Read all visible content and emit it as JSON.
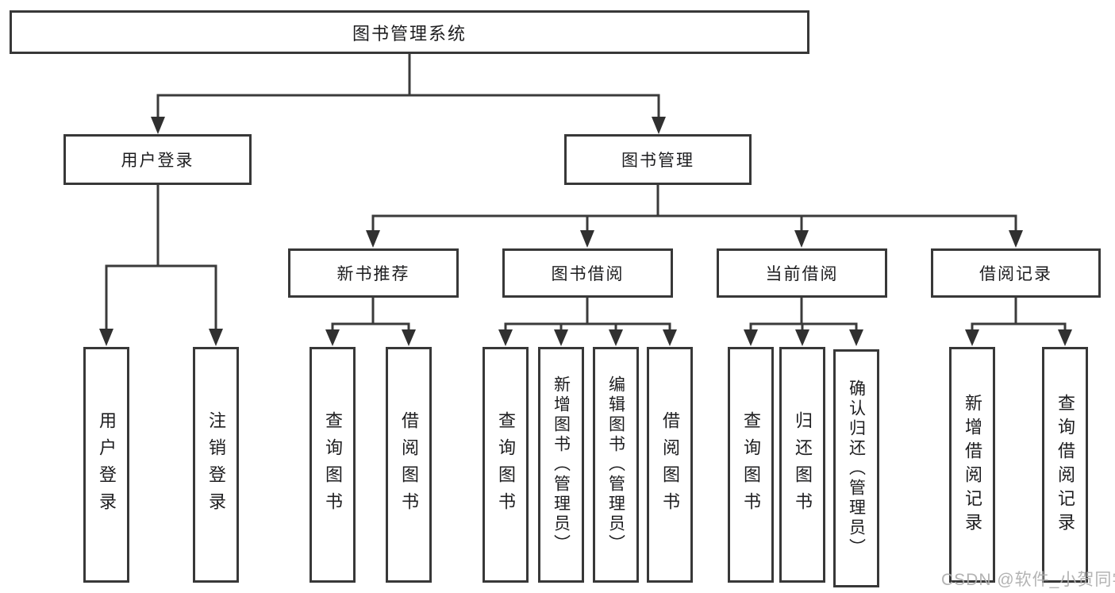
{
  "diagram": {
    "root": "图书管理系统",
    "level2": [
      "用户登录",
      "图书管理"
    ],
    "level3": [
      "新书推荐",
      "图书借阅",
      "当前借阅",
      "借阅记录"
    ],
    "leafGroups": [
      [
        "用户登录",
        "注销登录"
      ],
      [
        "查询图书",
        "借阅图书"
      ],
      [
        "查询图书",
        "新增图书（管理员）",
        "编辑图书（管理员）",
        "借阅图书"
      ],
      [
        "查询图书",
        "归还图书",
        "确认归还（管理员）"
      ],
      [
        "新增借阅记录",
        "查询借阅记录"
      ]
    ]
  },
  "watermark": "CSDN @软件_小贺同学",
  "colors": {
    "line": "#3b3b3b",
    "box_border": "#383838",
    "text": "#1d1d1f",
    "watermark": "#acacac",
    "background": "#ffffff"
  }
}
